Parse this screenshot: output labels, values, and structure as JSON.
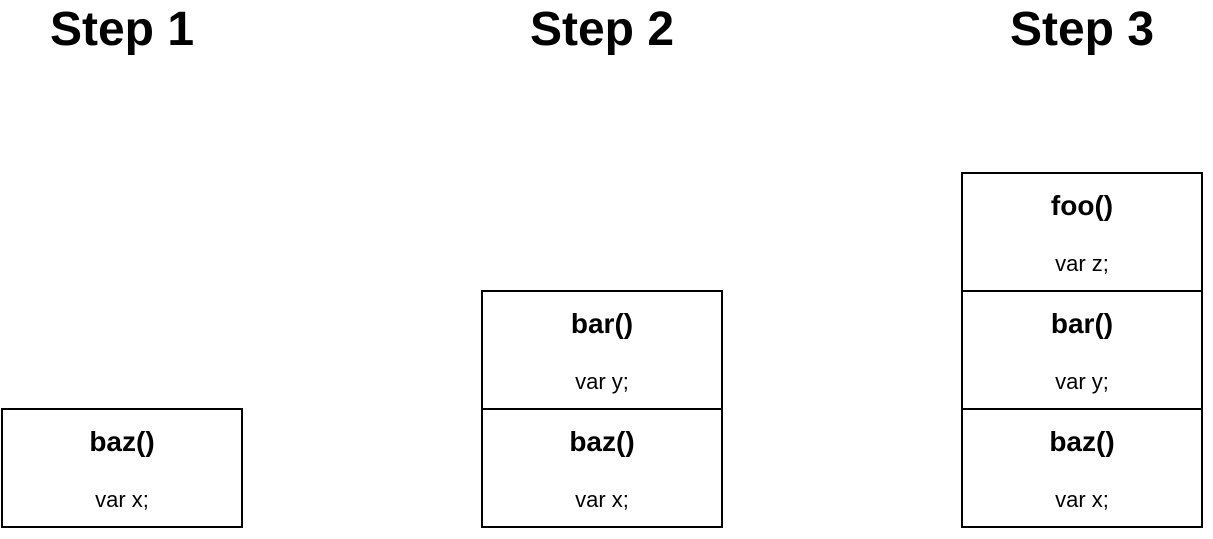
{
  "steps": [
    {
      "title": "Step 1",
      "frames": [
        {
          "name": "baz()",
          "var": "var x;"
        }
      ]
    },
    {
      "title": "Step 2",
      "frames": [
        {
          "name": "bar()",
          "var": "var y;"
        },
        {
          "name": "baz()",
          "var": "var x;"
        }
      ]
    },
    {
      "title": "Step 3",
      "frames": [
        {
          "name": "foo()",
          "var": "var z;"
        },
        {
          "name": "bar()",
          "var": "var y;"
        },
        {
          "name": "baz()",
          "var": "var x;"
        }
      ]
    }
  ]
}
